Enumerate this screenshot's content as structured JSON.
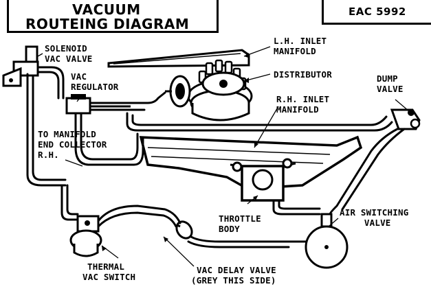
{
  "title": {
    "line1": "VACUUM",
    "line2": "ROUTEING DIAGRAM"
  },
  "reference": "EAC 5992",
  "labels": {
    "solenoid_vac_valve": [
      "SOLENOID",
      "VAC VALVE"
    ],
    "vac_regulator": [
      "VAC",
      "REGULATOR"
    ],
    "lh_inlet_manifold": [
      "L.H. INLET",
      "MANIFOLD"
    ],
    "distributor": [
      "DISTRIBUTOR"
    ],
    "dump_valve": [
      "DUMP",
      "VALVE"
    ],
    "rh_inlet_manifold": [
      "R.H. INLET",
      "MANIFOLD"
    ],
    "to_manifold_end_collector": [
      "TO MANIFOLD",
      "END COLLECTOR",
      "R.H."
    ],
    "throttle_body": [
      "THROTTLE",
      "BODY"
    ],
    "air_switching_valve": [
      "AIR SWITCHING",
      "VALVE"
    ],
    "thermal_vac_switch": [
      "THERMAL",
      "VAC SWITCH"
    ],
    "vac_delay_valve": [
      "VAC DELAY VALVE",
      "(GREY THIS SIDE)"
    ]
  },
  "colors": {
    "ink": "#000000",
    "paper": "#ffffff"
  }
}
